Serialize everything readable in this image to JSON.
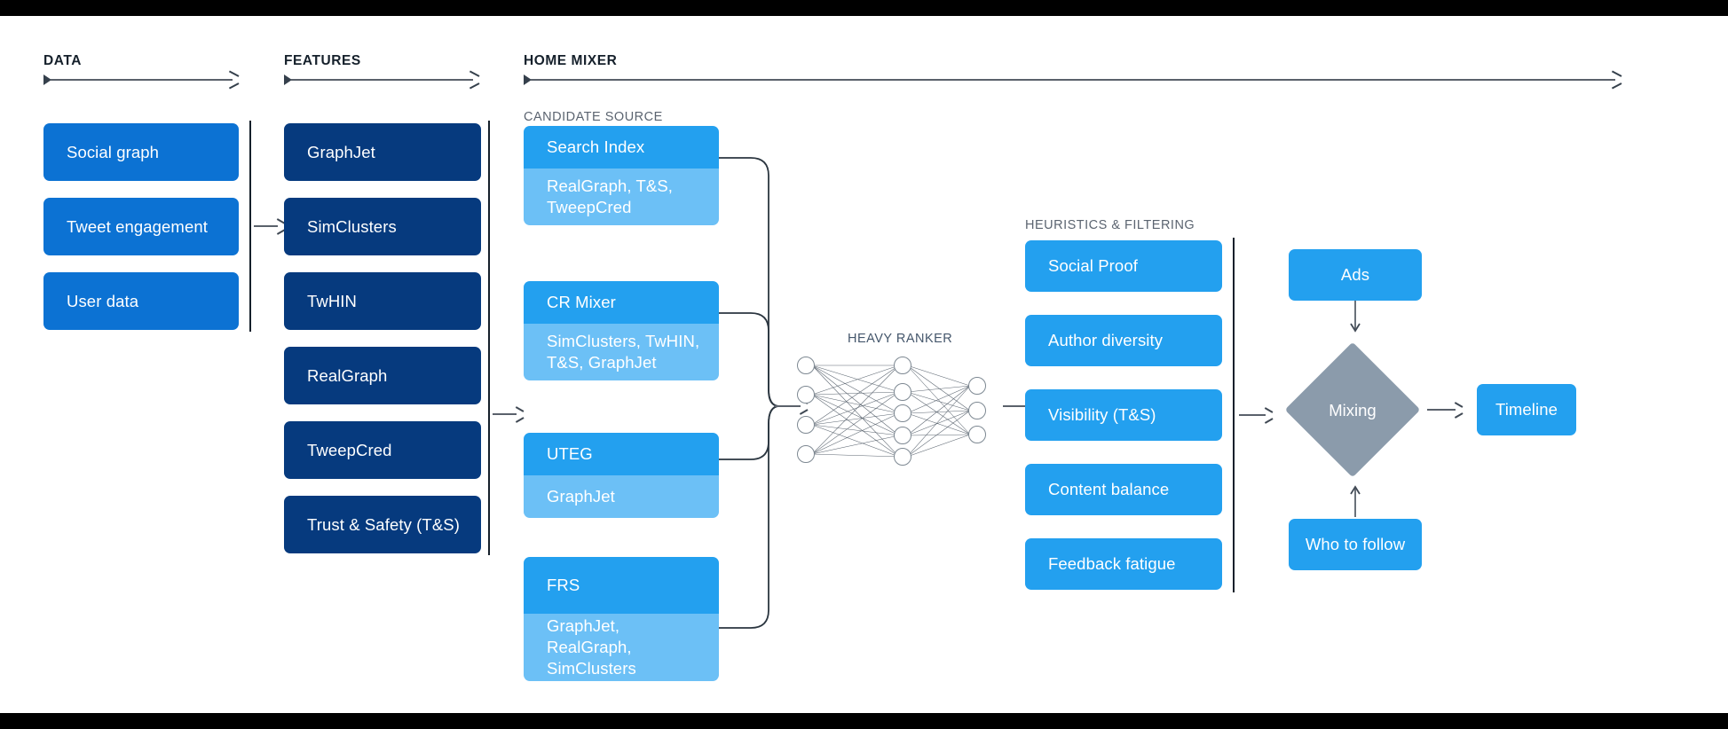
{
  "sections": [
    {
      "id": "data",
      "label": "DATA"
    },
    {
      "id": "features",
      "label": "FEATURES"
    },
    {
      "id": "home_mixer",
      "label": "HOME MIXER"
    }
  ],
  "sub_labels": {
    "candidate_source": "CANDIDATE SOURCE",
    "heuristics": "HEURISTICS & FILTERING",
    "heavy_ranker": "HEAVY RANKER"
  },
  "data_column": {
    "cards": [
      {
        "label": "Social graph"
      },
      {
        "label": "Tweet engagement"
      },
      {
        "label": "User data"
      }
    ]
  },
  "features_column": {
    "cards": [
      {
        "label": "GraphJet"
      },
      {
        "label": "SimClusters"
      },
      {
        "label": "TwHIN"
      },
      {
        "label": "RealGraph"
      },
      {
        "label": "TweepCred"
      },
      {
        "label": "Trust & Safety (T&S)"
      }
    ]
  },
  "candidate_sources": [
    {
      "title": "Search Index",
      "features": "RealGraph, T&S, TweepCred"
    },
    {
      "title": "CR Mixer",
      "features": "SimClusters, TwHIN, T&S, GraphJet"
    },
    {
      "title": "UTEG",
      "features": "GraphJet"
    },
    {
      "title": "FRS",
      "features": "GraphJet, RealGraph, SimClusters"
    }
  ],
  "heuristics_column": {
    "cards": [
      {
        "label": "Social Proof"
      },
      {
        "label": "Author diversity"
      },
      {
        "label": "Visibility (T&S)"
      },
      {
        "label": "Content balance"
      },
      {
        "label": "Feedback fatigue"
      }
    ]
  },
  "output_stage": {
    "ads": "Ads",
    "mixing": "Mixing",
    "who_to_follow": "Who to follow",
    "timeline": "Timeline"
  },
  "heavy_ranker": {
    "input_nodes": 4,
    "hidden_nodes": 5,
    "output_nodes": 3
  },
  "colors": {
    "data_card": "#0c72d3",
    "feature_card": "#063a7e",
    "candidate_top": "#23a0ef",
    "candidate_bottom": "#6cc0f6",
    "heuristic_card": "#23a0ef",
    "output_card": "#23a0ef",
    "mixing_diamond": "#8b9bab",
    "arrow": "#5a616b",
    "divider": "#15202b",
    "background": "#ffffff",
    "letterbox": "#000000"
  }
}
